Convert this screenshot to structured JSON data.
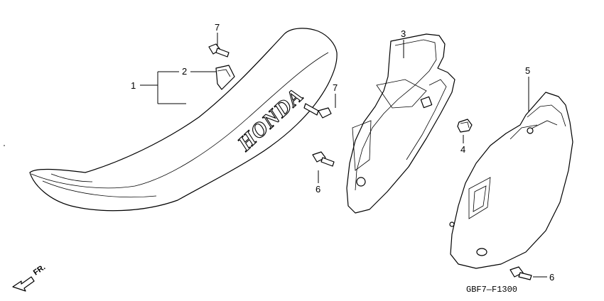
{
  "callouts": {
    "c1": "1",
    "c2": "2",
    "c3": "3",
    "c4": "4",
    "c5": "5",
    "c6a": "6",
    "c6b": "6",
    "c7a": "7",
    "c7b": "7"
  },
  "seat_logo": "HONDA",
  "direction_label": "FR.",
  "diagram_code": "GBF7—F1300"
}
